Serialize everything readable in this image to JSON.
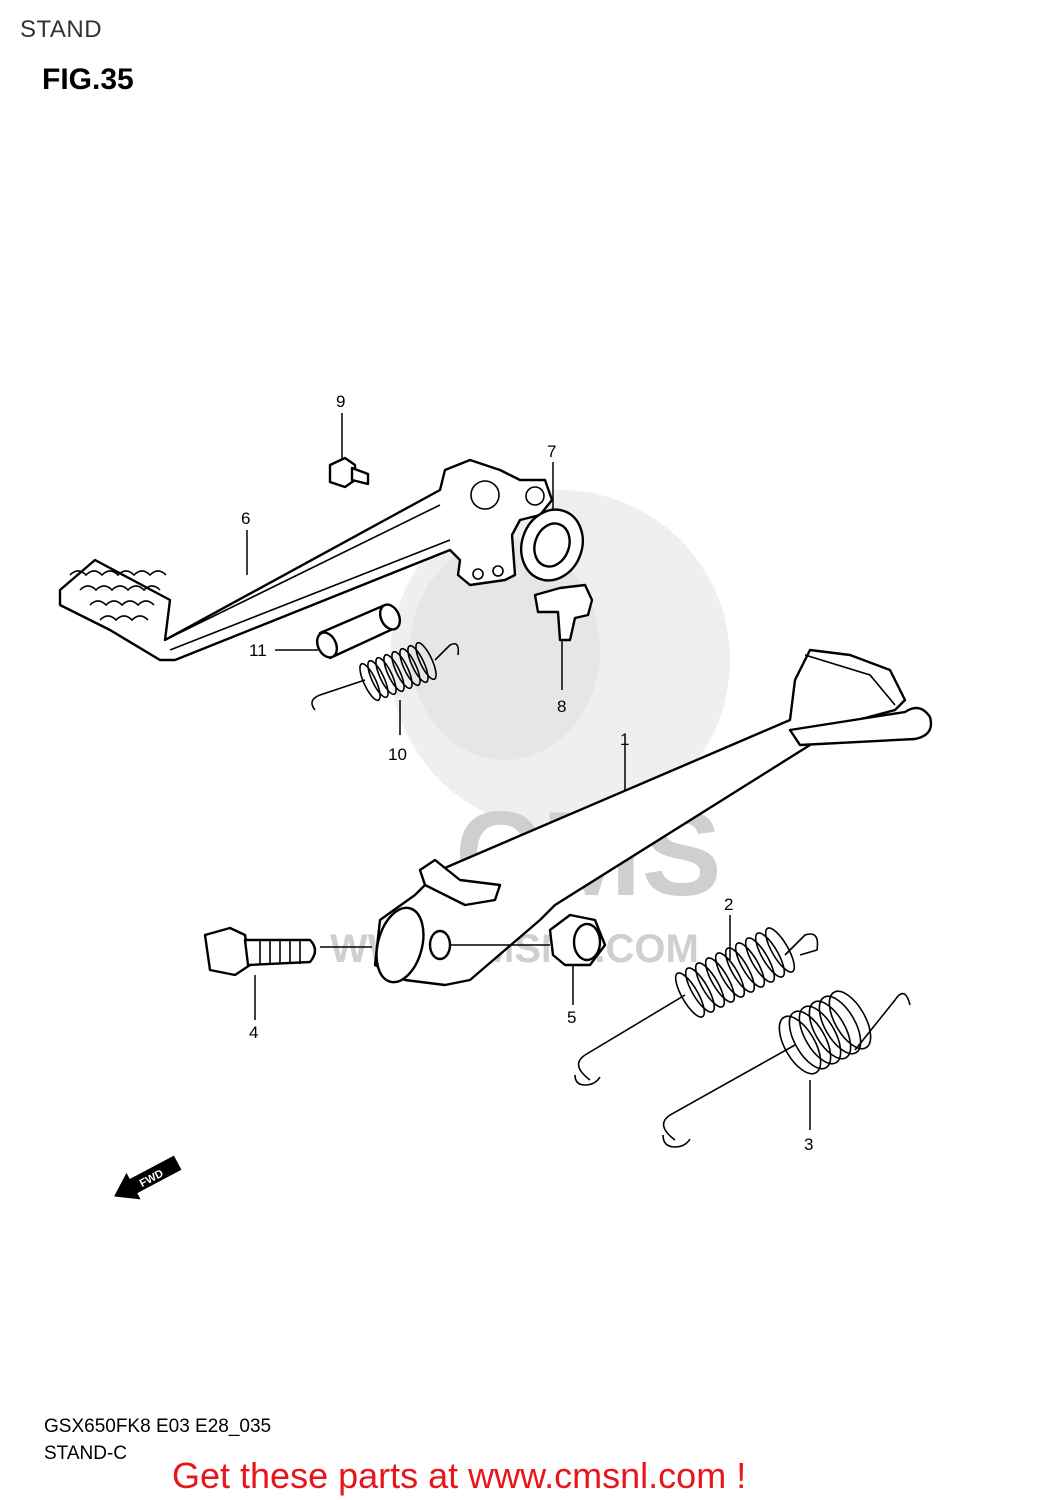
{
  "header": {
    "title": "STAND",
    "figure": "FIG.35"
  },
  "callouts": {
    "c1": "1",
    "c2": "2",
    "c3": "3",
    "c4": "4",
    "c5": "5",
    "c6": "6",
    "c7": "7",
    "c8": "8",
    "c9": "9",
    "c10": "10",
    "c11": "11"
  },
  "fwd_label": "FWD",
  "watermark": {
    "logo": "CMS",
    "url": "WWW.CMSNL.COM"
  },
  "footer": {
    "code": "GSX650FK8 E03 E28_035",
    "sub": "STAND-C",
    "cta": "Get these parts at www.cmsnl.com !"
  },
  "colors": {
    "cta": "#e8151b",
    "watermark": "#cfcfcf"
  }
}
